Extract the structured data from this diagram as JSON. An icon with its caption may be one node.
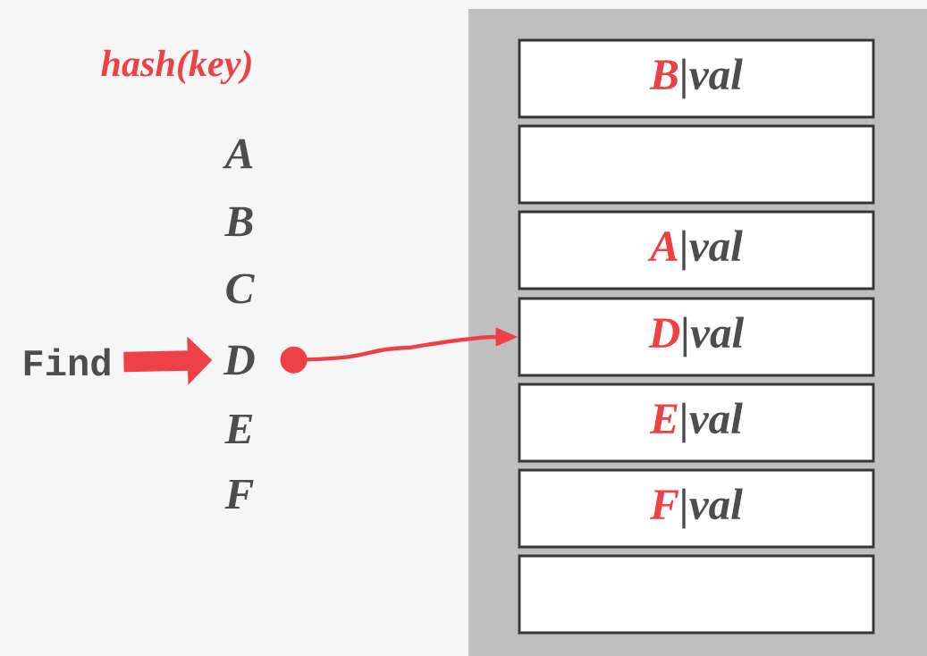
{
  "diagram": {
    "nodes": [
      {
        "text": [],
        "shape": "box"
      },
      {
        "text": [
          "B",
          "|val"
        ],
        "in": 0
      },
      {
        "text": [],
        "shape": "box",
        "in": 0
      },
      {
        "text": [
          "A",
          "|val"
        ],
        "in": 0
      },
      {
        "text": [
          "D",
          "|val"
        ],
        "in": 0
      },
      {
        "text": [
          "E",
          "|val"
        ],
        "in": 0
      },
      {
        "text": [
          "F",
          "|val"
        ],
        "in": 0
      },
      {
        "text": [],
        "shape": "box",
        "in": 0
      },
      {
        "text": [
          "Find"
        ]
      },
      {
        "text": [
          "A"
        ]
      },
      {
        "text": [
          "B"
        ]
      },
      {
        "text": [
          "C"
        ]
      },
      {
        "text": [
          "D"
        ]
      },
      {
        "text": [
          "E"
        ]
      },
      {
        "text": [
          "F"
        ]
      }
    ],
    "edges": [
      {
        "from": 8,
        "to": 12,
        "arrow": "to",
        "style": "thick"
      },
      {
        "from": 12,
        "to": 4,
        "arrow": "to"
      }
    ],
    "labels": [
      "hash(key)"
    ]
  }
}
